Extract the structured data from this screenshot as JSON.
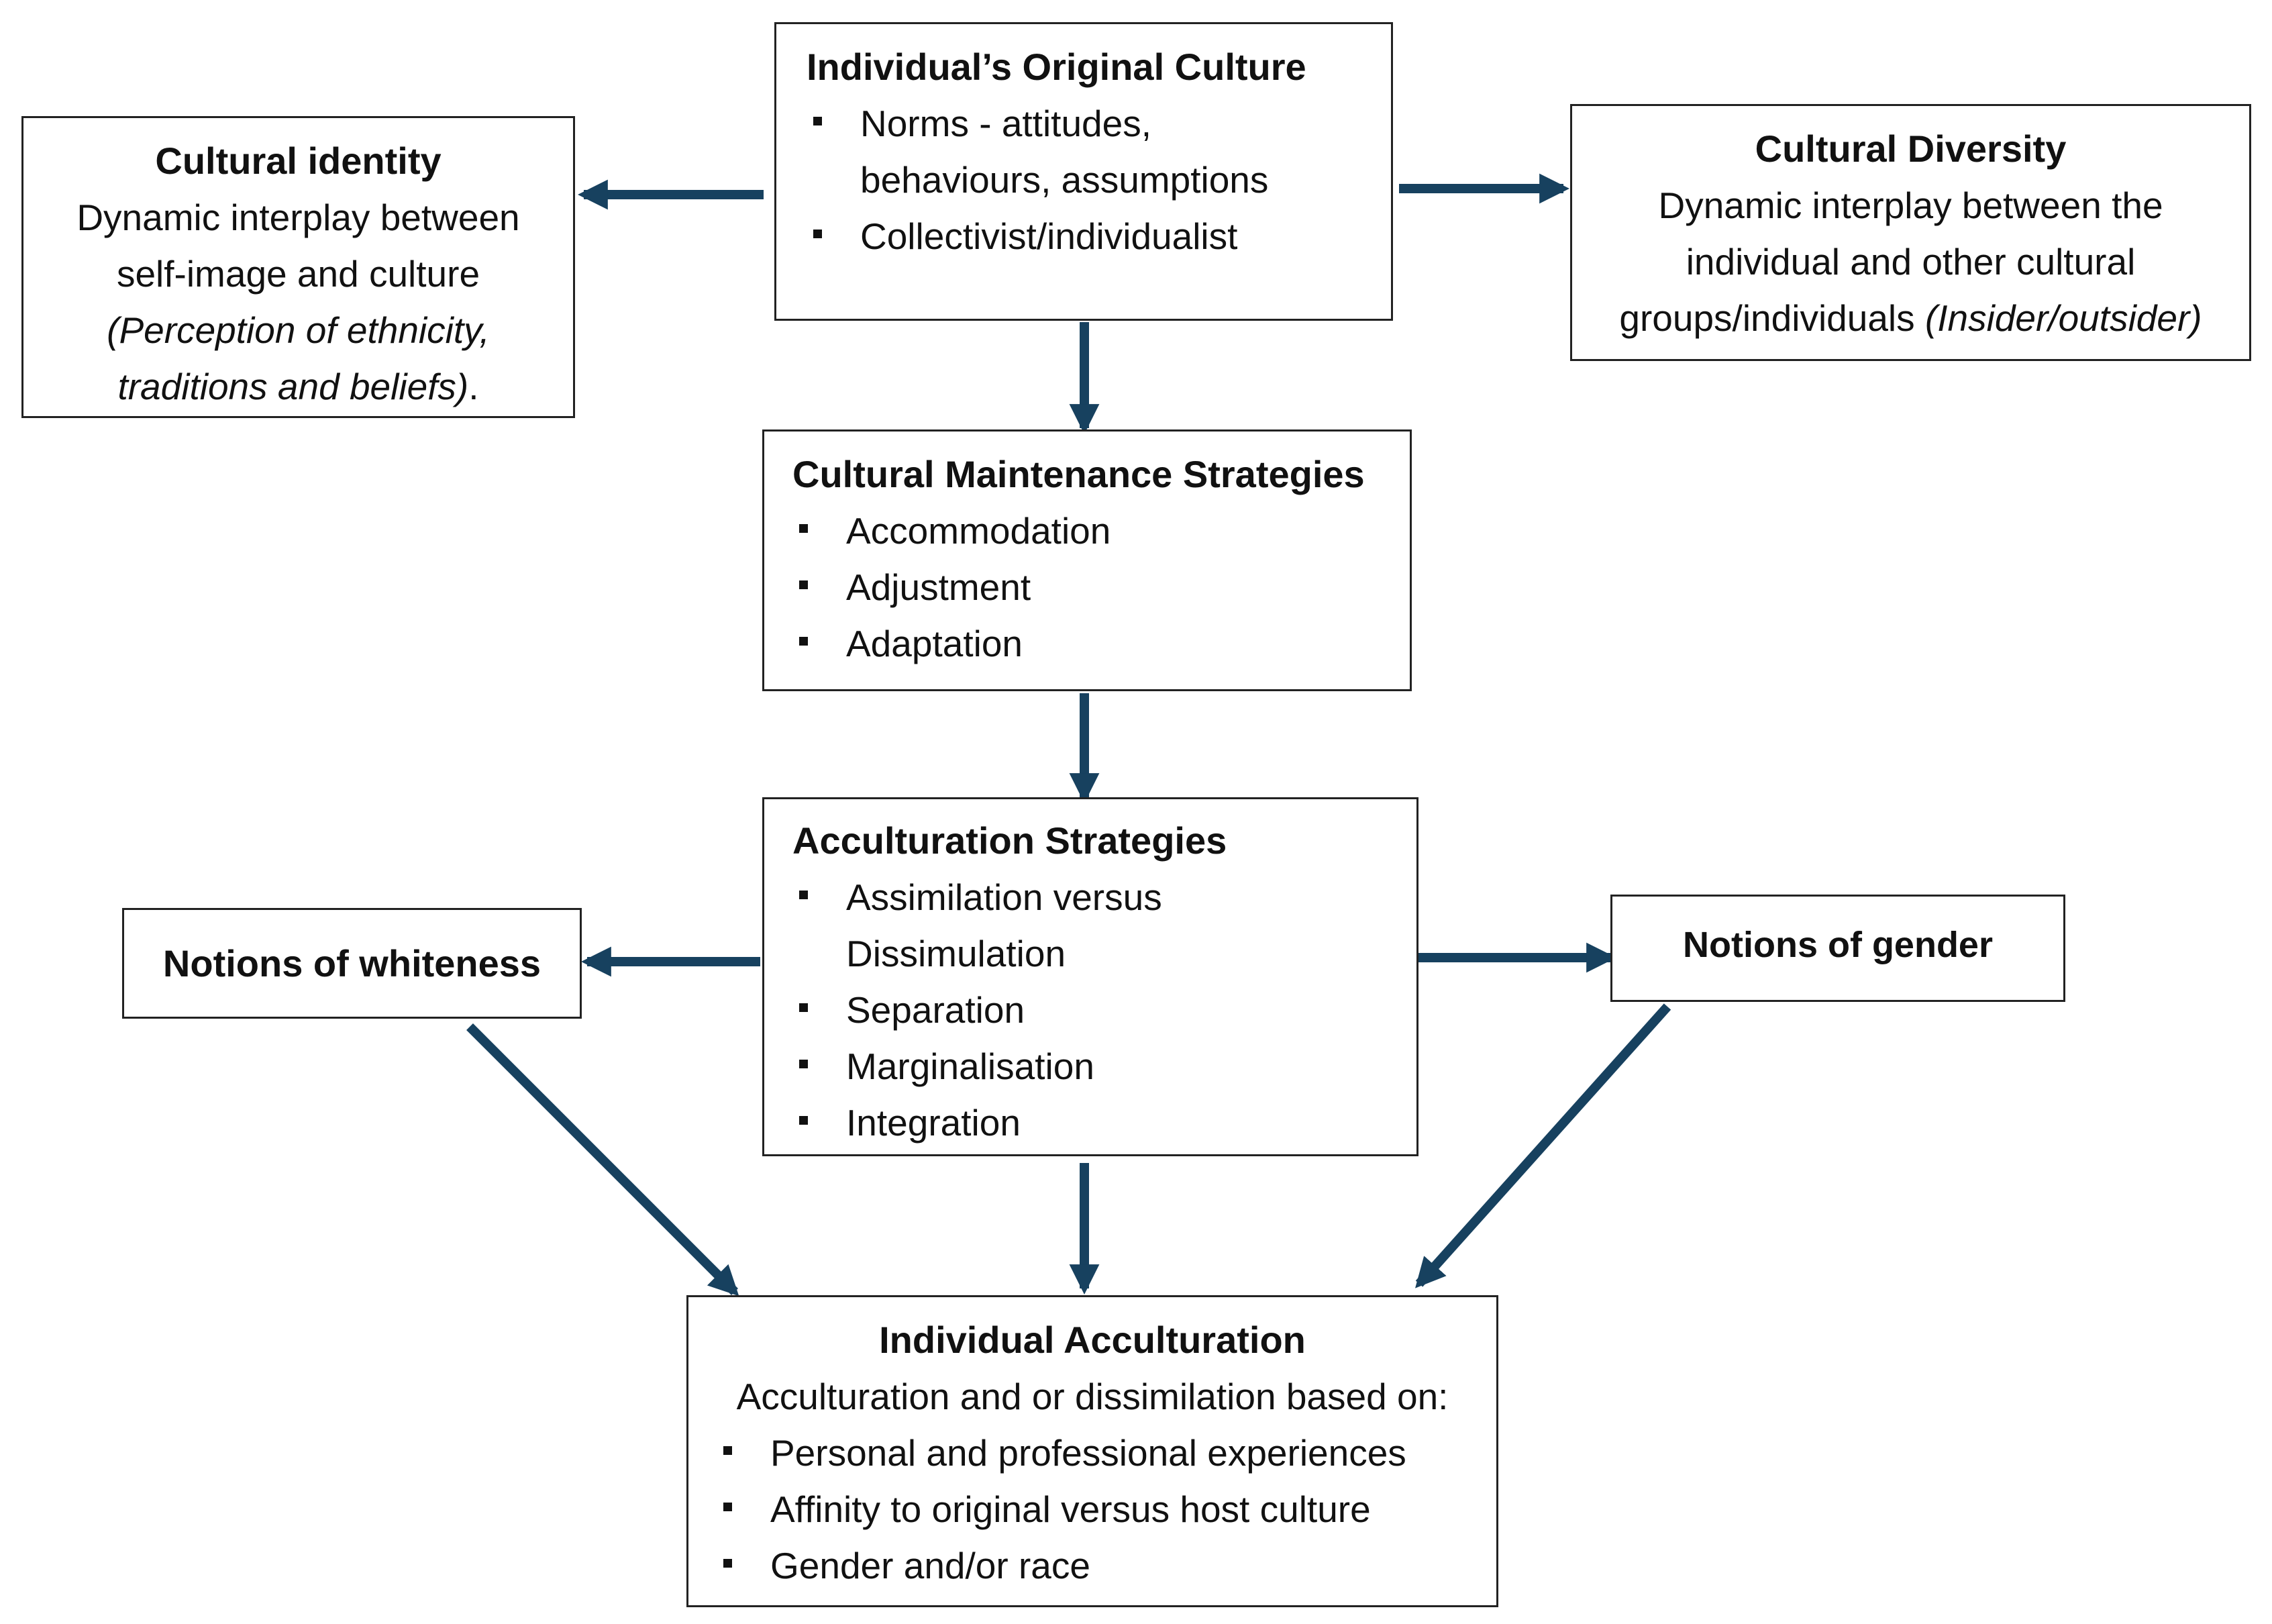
{
  "original_culture": {
    "title": "Individual’s Original Culture",
    "bullets": [
      "Norms - attitudes,",
      "behaviours, assumptions",
      "Collectivist/individualist"
    ]
  },
  "cultural_identity": {
    "title": "Cultural identity",
    "line1": "Dynamic interplay between",
    "line2": "self-image and culture",
    "line3": "(Perception of ethnicity,",
    "line4_italic": "traditions and beliefs)",
    "line4_tail": "."
  },
  "cultural_diversity": {
    "title": "Cultural Diversity",
    "line1": "Dynamic interplay between the",
    "line2": "individual and other cultural",
    "line3": "groups/individuals ",
    "line3_italic": "(Insider/outsider)"
  },
  "maintenance": {
    "title": "Cultural Maintenance Strategies",
    "bullets": [
      "Accommodation",
      "Adjustment",
      "Adaptation"
    ]
  },
  "acculturation_strategies": {
    "title": "Acculturation Strategies",
    "bullets": [
      "Assimilation versus",
      "Dissimulation",
      "Separation",
      "Marginalisation",
      "Integration"
    ]
  },
  "whiteness": {
    "title": "Notions of whiteness"
  },
  "gender": {
    "title": "Notions of gender"
  },
  "individual_acculturation": {
    "title": "Individual Acculturation",
    "subtitle": "Acculturation and or dissimilation based on:",
    "bullets": [
      "Personal and professional experiences",
      "Affinity to original versus host culture",
      "Gender and/or race"
    ]
  },
  "colors": {
    "arrow": "#17415f",
    "border": "#222222"
  }
}
